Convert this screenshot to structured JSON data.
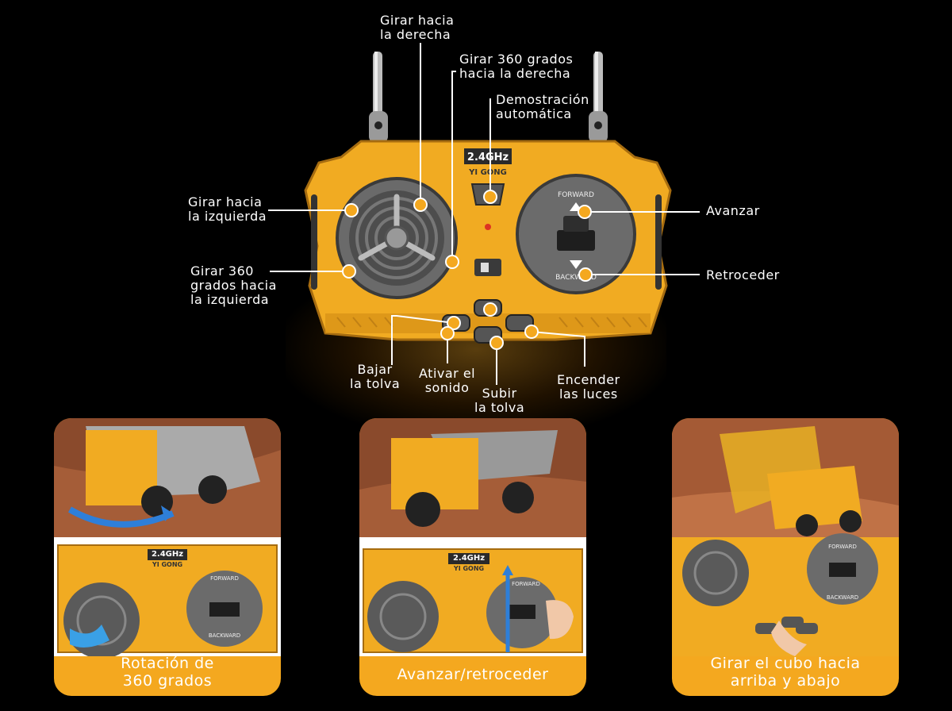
{
  "remote": {
    "freq_label": "2.4GHz",
    "brand_label": "YI GONG",
    "forward_label": "FORWARD",
    "backward_label": "BACKWARD"
  },
  "callouts": {
    "turn_right": "Girar hacia\nla derecha",
    "turn_360_right": "Girar 360 grados\nhacia la derecha",
    "auto_demo": "Demostración\nautomática",
    "turn_left": "Girar hacia\nla izquierda",
    "turn_360_left": "Girar 360\ngrados hacia\nla izquierda",
    "forward": "Avanzar",
    "backward": "Retroceder",
    "lower_bucket": "Bajar\nla tolva",
    "sound": "Ativar el\nsonido",
    "raise_bucket": "Subir\nla tolva",
    "lights": "Encender\nlas luces"
  },
  "panels": [
    {
      "caption": "Rotación de\n360 grados",
      "freq": "2.4GHz",
      "brand": "YI GONG",
      "forward": "FORWARD",
      "backward": "BACKWARD"
    },
    {
      "caption": "Avanzar/retroceder",
      "freq": "2.4GHz",
      "brand": "YI GONG",
      "forward": "FORWARD"
    },
    {
      "caption": "Girar el cubo hacia\narriba y abajo",
      "forward": "FORWARD",
      "backward": "BACKWARD"
    }
  ],
  "colors": {
    "remote_body": "#f1ab22",
    "remote_dark": "#c9851a",
    "dial": "#5b5b5b",
    "callout_line": "#ffffff",
    "marker": "#f4a81f"
  }
}
